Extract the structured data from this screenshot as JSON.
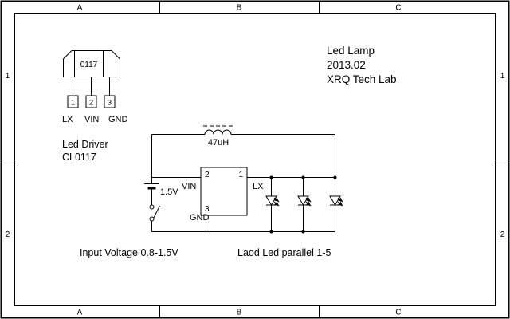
{
  "colors": {
    "line": "#000000",
    "background": "#ffffff"
  },
  "frame": {
    "cols": [
      "A",
      "B",
      "C"
    ],
    "rows": [
      "1",
      "2"
    ]
  },
  "title_block": {
    "product": "Led Lamp",
    "date": "2013.02",
    "org": "XRQ Tech Lab"
  },
  "package": {
    "marking": "0117",
    "pin_numbers": [
      "1",
      "2",
      "3"
    ],
    "pin_names": [
      "LX",
      "VIN",
      "GND"
    ],
    "caption_line1": "Led Driver",
    "caption_line2": "CL0117"
  },
  "circuit": {
    "inductor_value": "47uH",
    "battery_value": "1.5V",
    "ic": {
      "pin2": "2",
      "pin1": "1",
      "pin3": "3",
      "vin_label": "VIN",
      "lx_label": "LX",
      "gnd_label": "GND"
    },
    "note_input_voltage": "Input Voltage 0.8-1.5V",
    "note_load": "Laod Led parallel 1-5"
  }
}
